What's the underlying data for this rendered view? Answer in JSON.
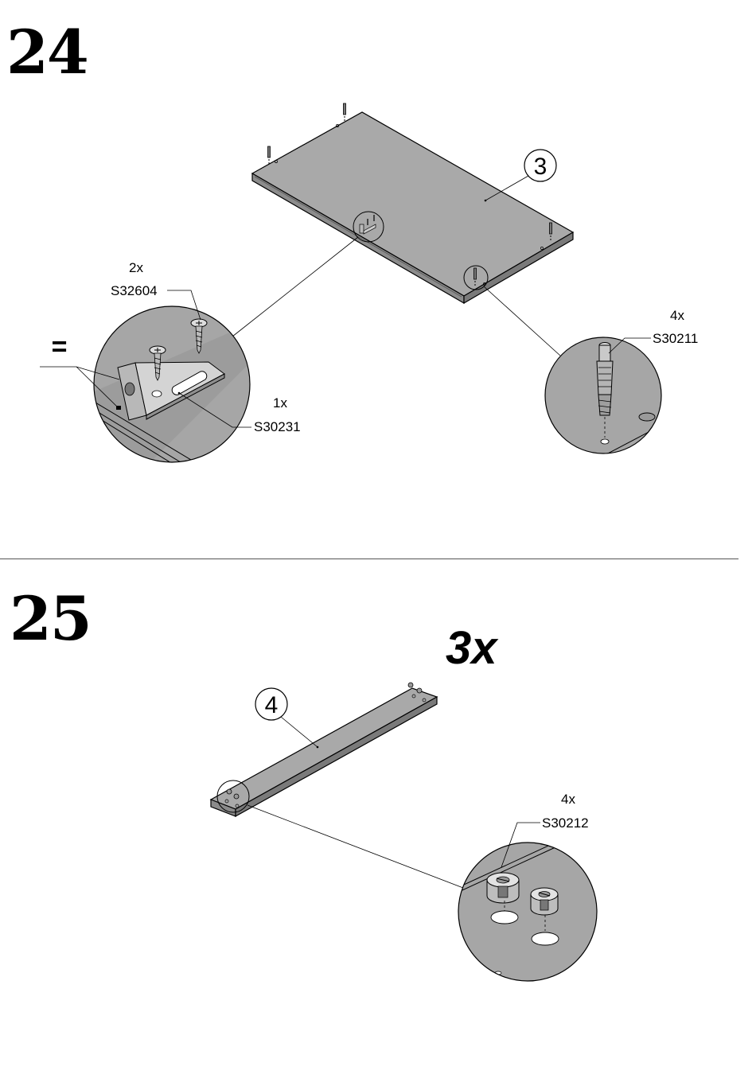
{
  "steps": [
    {
      "number": "24",
      "part_number": "3",
      "equal_sign": "=",
      "callouts": [
        {
          "qty": "2x",
          "code": "S32604"
        },
        {
          "qty": "1x",
          "code": "S30231"
        },
        {
          "qty": "4x",
          "code": "S30211"
        }
      ]
    },
    {
      "number": "25",
      "multiplier": "3x",
      "part_number": "4",
      "callouts": [
        {
          "qty": "4x",
          "code": "S30212"
        }
      ]
    }
  ],
  "colors": {
    "panel_top": "#a9a9a9",
    "panel_edge": "#8c8c8c",
    "detail_fill": "#a6a6a6",
    "line": "#000000"
  }
}
